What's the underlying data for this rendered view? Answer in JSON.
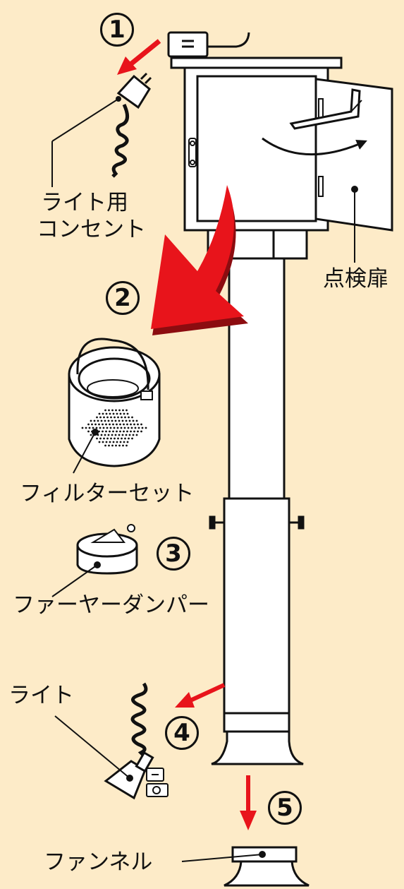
{
  "steps": [
    "1",
    "2",
    "3",
    "4",
    "5"
  ],
  "labels": {
    "light_outlet_line1": "ライト用",
    "light_outlet_line2": "コンセント",
    "inspection_door": "点検扉",
    "filter_set": "フィルターセット",
    "fur_damper": "ファーヤーダンパー",
    "light": "ライト",
    "funnel": "ファンネル"
  },
  "colors": {
    "background": "#fdebc8",
    "arrow": "#e8141b",
    "arrow_shadow": "#8c0c10",
    "line": "#111111",
    "part_fill": "#ffffff"
  },
  "icons": [
    "plug-icon",
    "coiled-cord-icon",
    "flashlight-icon",
    "curved-arrow-icon"
  ]
}
